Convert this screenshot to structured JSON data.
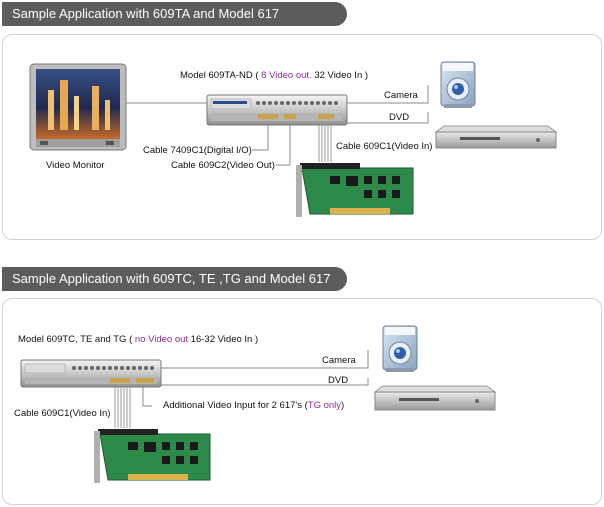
{
  "section1": {
    "title": "Sample Application with 609TA  and Model 617",
    "model_prefix": "Model 609TA-ND ( ",
    "model_highlight": "8 Video out.",
    "model_suffix": "  32 Video In )",
    "camera": "Camera",
    "dvd": "DVD",
    "cable_digital": "Cable 7409C1(Digital I/O)",
    "cable_video_out": "Cable 609C2(Video Out)",
    "cable_video_in": "Cable 609C1(Video In)",
    "monitor": "Video Monitor"
  },
  "section2": {
    "title": "Sample Application with 609TC, TE ,TG and Model 617",
    "model_prefix": "Model 609TC, TE and TG ( ",
    "model_highlight": "no Video out",
    "model_suffix": "  16-32 Video In )",
    "camera": "Camera",
    "dvd": "DVD",
    "cable_video_in": "Cable 609C1(Video In)",
    "additional_prefix": "Additional Video Input for 2 617's (",
    "additional_highlight": "TG only",
    "additional_suffix": ")"
  },
  "colors": {
    "header_bg": "#5c5c5c",
    "highlight": "#8b2f8f",
    "pcb": "#2e8a4a"
  },
  "icons": [
    "video-monitor-icon",
    "camera-icon",
    "dvd-player-icon",
    "rack-unit-icon",
    "pci-card-icon"
  ]
}
